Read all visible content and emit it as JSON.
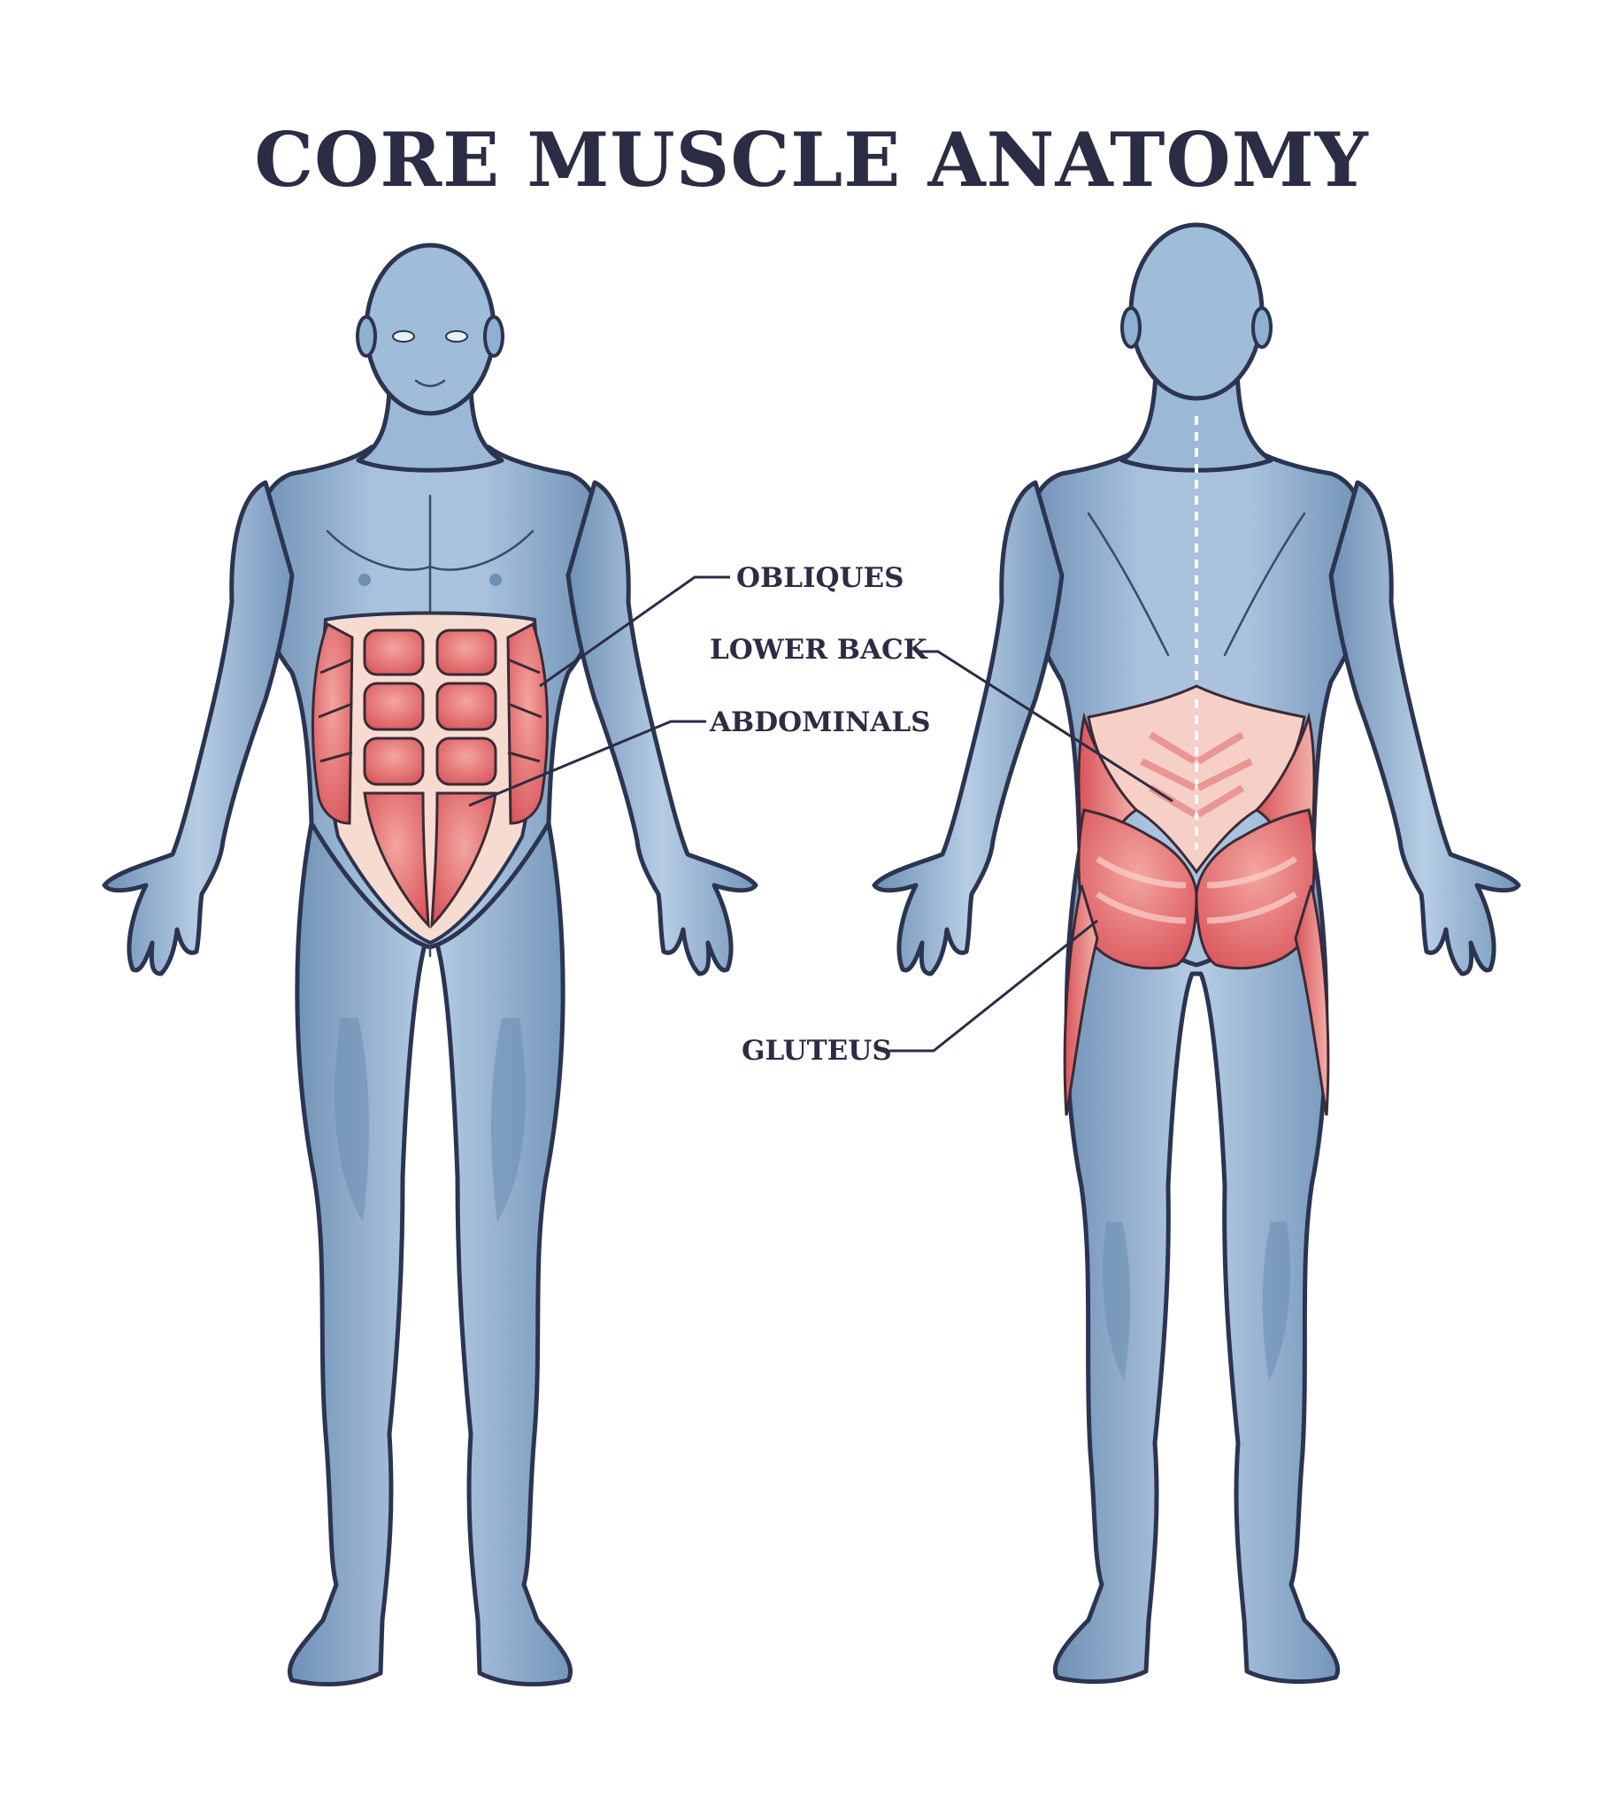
{
  "title": "CORE MUSCLE ANATOMY",
  "labels": {
    "obliques": "OBLIQUES",
    "lower_back": "LOWER BACK",
    "abdominals": "ABDOMINALS",
    "gluteus": "GLUTEUS"
  },
  "colors": {
    "title_text": "#2b2d45",
    "body_fill": "#8fb0d0",
    "body_light": "#c4d6ea",
    "body_shadow": "#6e8fb4",
    "outline": "#2b3450",
    "muscle_red": "#e0686a",
    "muscle_light": "#f3b7b0",
    "tendon": "#f6dcd0"
  },
  "views": [
    "front",
    "back"
  ]
}
